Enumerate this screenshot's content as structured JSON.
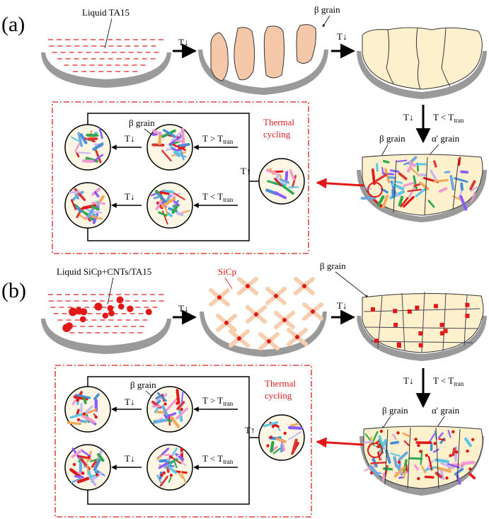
{
  "colors": {
    "melt": "#e01818",
    "beta_fill": "#f5c8aa",
    "grain_fill": "#fdf0cc",
    "crucible": "#9a9a9a",
    "accent": "#d91e1e",
    "arrow": "#000000",
    "sicp": "#f6cfb1"
  },
  "panel_a": {
    "label": "(a)",
    "liquid_label": "Liquid TA15",
    "beta_grain_top": "β grain",
    "step1": "T↓",
    "step2": "T↓",
    "step3_left": "T↓",
    "step3_right_main": "T < T",
    "step3_right_sub": "tran",
    "beta_grain_lower": "β grain",
    "alpha_grain": "α' grain",
    "box": {
      "beta_grain": "β grain",
      "thermal_1": "Thermal",
      "thermal_2": "cycling",
      "t_down_1": "T↓",
      "t_down_2": "T↓",
      "t_gt_main": "T > T",
      "t_gt_sub": "tran",
      "t_lt_main": "T < T",
      "t_lt_sub": "tran",
      "t_up": "T↑"
    }
  },
  "panel_b": {
    "label": "(b)",
    "liquid_label": "Liquid SiCp+CNTs/TA15",
    "sicp_label": "SiCp",
    "beta_grain_top": "β grain",
    "step1": "T↓",
    "step2": "T↓",
    "step3_left": "T↓",
    "step3_right_main": "T < T",
    "step3_right_sub": "tran",
    "beta_grain_lower": "β grain",
    "alpha_grain": "α' grain",
    "box": {
      "beta_grain": "β grain",
      "thermal_1": "Thermal",
      "thermal_2": "cycling",
      "t_down_1": "T↓",
      "t_down_2": "T↓",
      "t_gt_main": "T > T",
      "t_gt_sub": "tran",
      "t_lt_main": "T < T",
      "t_lt_sub": "tran",
      "t_up": "T↑"
    }
  }
}
